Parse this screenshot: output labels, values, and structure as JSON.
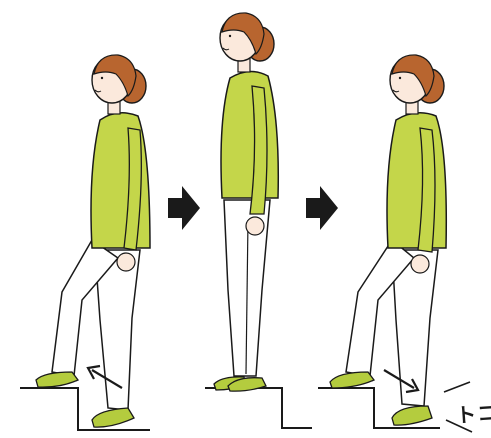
{
  "illustration": {
    "steps": [
      {
        "pose": "one-foot-on-step-raising-rear-foot"
      },
      {
        "pose": "standing-on-step"
      },
      {
        "pose": "one-foot-on-step-lowering-rear-foot"
      }
    ],
    "icons": [
      "arrow-right-icon",
      "arrow-right-icon",
      "arrow-up-left-icon",
      "arrow-down-right-icon"
    ],
    "corner_text": "トコ",
    "colors": {
      "shirt": "#c4d64a",
      "shoe": "#b4cc3e",
      "hair": "#b8652f",
      "skin": "#fbe9dc",
      "pants": "#ffffff",
      "line": "#1a1a1a"
    }
  }
}
